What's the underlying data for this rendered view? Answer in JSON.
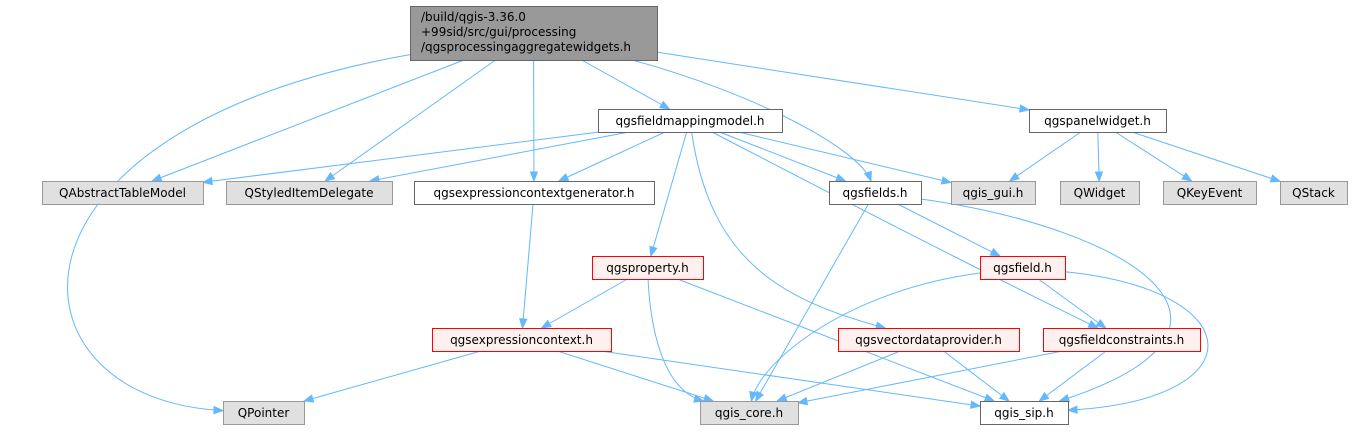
{
  "colors": {
    "edge": "#63b8ff",
    "root_fill": "#999999",
    "root_border": "#666666",
    "plain_fill": "#ffffff",
    "plain_border": "#666666",
    "external_fill": "#e0e0e0",
    "external_border": "#999999",
    "truncated_fill": "#fff0f0",
    "truncated_border": "#ff0000"
  },
  "nodes": [
    {
      "id": "root",
      "style": "root",
      "lines": [
        "/build/qgis-3.36.0",
        "+99sid/src/gui/processing",
        "/qgsprocessingaggregatewidgets.h"
      ]
    },
    {
      "id": "fieldmappingmodel",
      "style": "plain",
      "lines": [
        "qgsfieldmappingmodel.h"
      ]
    },
    {
      "id": "panelwidget",
      "style": "plain",
      "lines": [
        "qgspanelwidget.h"
      ]
    },
    {
      "id": "abstracttablemodel",
      "style": "external",
      "lines": [
        "QAbstractTableModel"
      ]
    },
    {
      "id": "styleditemdelegate",
      "style": "external",
      "lines": [
        "QStyledItemDelegate"
      ]
    },
    {
      "id": "exprctxgen",
      "style": "plain",
      "lines": [
        "qgsexpressioncontextgenerator.h"
      ]
    },
    {
      "id": "fields",
      "style": "plain",
      "lines": [
        "qgsfields.h"
      ]
    },
    {
      "id": "qgisgui",
      "style": "external",
      "lines": [
        "qgis_gui.h"
      ]
    },
    {
      "id": "qwidget",
      "style": "external",
      "lines": [
        "QWidget"
      ]
    },
    {
      "id": "qkeyevent",
      "style": "external",
      "lines": [
        "QKeyEvent"
      ]
    },
    {
      "id": "qstack",
      "style": "external",
      "lines": [
        "QStack"
      ]
    },
    {
      "id": "property",
      "style": "truncated",
      "lines": [
        "qgsproperty.h"
      ]
    },
    {
      "id": "field",
      "style": "truncated",
      "lines": [
        "qgsfield.h"
      ]
    },
    {
      "id": "exprctx",
      "style": "truncated",
      "lines": [
        "qgsexpressioncontext.h"
      ]
    },
    {
      "id": "vectordataprovider",
      "style": "truncated",
      "lines": [
        "qgsvectordataprovider.h"
      ]
    },
    {
      "id": "fieldconstraints",
      "style": "truncated",
      "lines": [
        "qgsfieldconstraints.h"
      ]
    },
    {
      "id": "qpointer",
      "style": "external",
      "lines": [
        "QPointer"
      ]
    },
    {
      "id": "qgiscore",
      "style": "external",
      "lines": [
        "qgis_core.h"
      ]
    },
    {
      "id": "qgissip",
      "style": "plain",
      "lines": [
        "qgis_sip.h"
      ]
    }
  ],
  "edges": [
    {
      "from": "root",
      "to": "qpointer"
    },
    {
      "from": "root",
      "to": "abstracttablemodel"
    },
    {
      "from": "root",
      "to": "styleditemdelegate"
    },
    {
      "from": "root",
      "to": "exprctxgen"
    },
    {
      "from": "root",
      "to": "fieldmappingmodel"
    },
    {
      "from": "root",
      "to": "fields"
    },
    {
      "from": "root",
      "to": "panelwidget"
    },
    {
      "from": "fieldmappingmodel",
      "to": "abstracttablemodel"
    },
    {
      "from": "fieldmappingmodel",
      "to": "styleditemdelegate"
    },
    {
      "from": "fieldmappingmodel",
      "to": "exprctxgen"
    },
    {
      "from": "fieldmappingmodel",
      "to": "fields"
    },
    {
      "from": "fieldmappingmodel",
      "to": "qgisgui"
    },
    {
      "from": "fieldmappingmodel",
      "to": "property"
    },
    {
      "from": "fieldmappingmodel",
      "to": "vectordataprovider"
    },
    {
      "from": "fieldmappingmodel",
      "to": "fieldconstraints"
    },
    {
      "from": "panelwidget",
      "to": "qgisgui"
    },
    {
      "from": "panelwidget",
      "to": "qwidget"
    },
    {
      "from": "panelwidget",
      "to": "qkeyevent"
    },
    {
      "from": "panelwidget",
      "to": "qstack"
    },
    {
      "from": "exprctxgen",
      "to": "exprctx"
    },
    {
      "from": "fields",
      "to": "field"
    },
    {
      "from": "fields",
      "to": "qgiscore"
    },
    {
      "from": "fields",
      "to": "qgissip"
    },
    {
      "from": "property",
      "to": "exprctx"
    },
    {
      "from": "property",
      "to": "qgiscore"
    },
    {
      "from": "property",
      "to": "qgissip"
    },
    {
      "from": "field",
      "to": "qgiscore"
    },
    {
      "from": "field",
      "to": "fieldconstraints"
    },
    {
      "from": "field",
      "to": "qgissip"
    },
    {
      "from": "exprctx",
      "to": "qpointer"
    },
    {
      "from": "exprctx",
      "to": "qgiscore"
    },
    {
      "from": "exprctx",
      "to": "qgissip"
    },
    {
      "from": "vectordataprovider",
      "to": "qgiscore"
    },
    {
      "from": "vectordataprovider",
      "to": "qgissip"
    },
    {
      "from": "fieldconstraints",
      "to": "qgiscore"
    },
    {
      "from": "fieldconstraints",
      "to": "qgissip"
    }
  ]
}
